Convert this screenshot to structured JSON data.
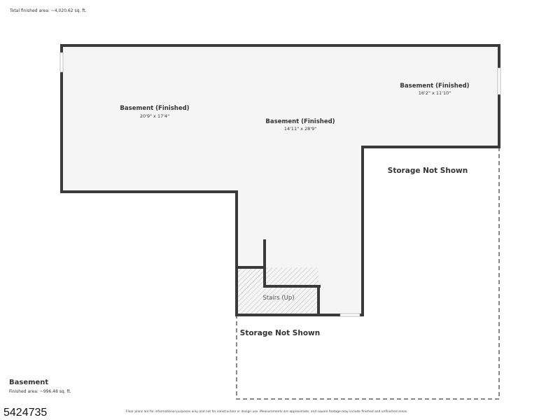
{
  "header": {
    "total_area": "Total finished area: ~4,020.62 sq. ft."
  },
  "rooms": [
    {
      "name": "Basement (Finished)",
      "dims": "20'9\" x 17'4\""
    },
    {
      "name": "Basement (Finished)",
      "dims": "14'11\" x 28'9\""
    },
    {
      "name": "Basement (Finished)",
      "dims": "16'2\" x 11'10\""
    }
  ],
  "stairs": {
    "label": "Stairs (Up)"
  },
  "storage": [
    "Storage Not Shown",
    "Storage Not Shown"
  ],
  "floor": {
    "name": "Basement",
    "area": "Finished area: ~996.48 sq. ft."
  },
  "listing_id": "5424735",
  "disclaimer": "Floor plans are for informational purposes only and not for construction or design use. Measurements are approximate, and square footage may include finished and unfinished areas.",
  "colors": {
    "wall": "#3a3a3a",
    "floor": "#f5f5f5",
    "dashed": "#888888"
  }
}
